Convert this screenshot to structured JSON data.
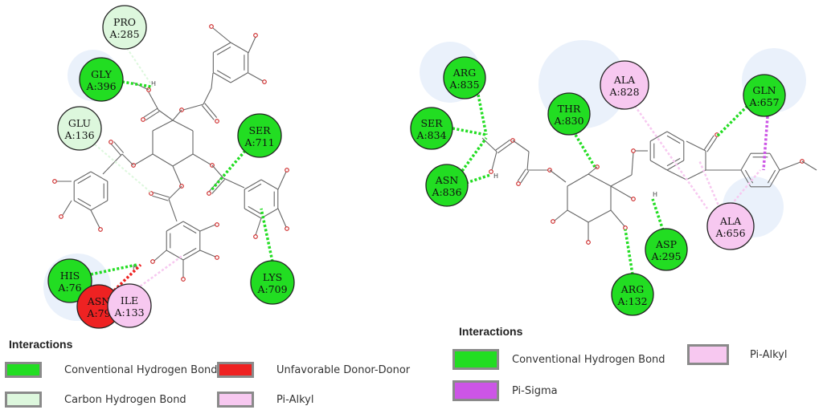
{
  "colors": {
    "conventional_h_bond": "#22dd22",
    "carbon_h_bond": "#ddf7dd",
    "unfavorable_donor_donor": "#ee2222",
    "pi_alkyl": "#f7c8f0",
    "pi_sigma": "#cc55e6",
    "bond_line": "#666666",
    "oxygen": "#cc2222",
    "halo": "#e6eefa"
  },
  "left_panel": {
    "residues": [
      {
        "id": "pro285",
        "name": "PRO",
        "num": "A:285",
        "type": "carbon_h_bond"
      },
      {
        "id": "gly396",
        "name": "GLY",
        "num": "A:396",
        "type": "conventional_h_bond"
      },
      {
        "id": "glu136",
        "name": "GLU",
        "num": "A:136",
        "type": "carbon_h_bond"
      },
      {
        "id": "ser711",
        "name": "SER",
        "num": "A:711",
        "type": "conventional_h_bond"
      },
      {
        "id": "his76",
        "name": "HIS",
        "num": "A:76",
        "type": "conventional_h_bond"
      },
      {
        "id": "asn79",
        "name": "ASN",
        "num": "A:79",
        "type": "unfavorable_donor_donor"
      },
      {
        "id": "ile133",
        "name": "ILE",
        "num": "A:133",
        "type": "pi_alkyl"
      },
      {
        "id": "lys709",
        "name": "LYS",
        "num": "A:709",
        "type": "conventional_h_bond"
      }
    ],
    "legend": {
      "title": "Interactions",
      "items": [
        {
          "label": "Conventional Hydrogen Bond",
          "type": "conventional_h_bond"
        },
        {
          "label": "Unfavorable Donor-Donor",
          "type": "unfavorable_donor_donor"
        },
        {
          "label": "Carbon Hydrogen Bond",
          "type": "carbon_h_bond"
        },
        {
          "label": "Pi-Alkyl",
          "type": "pi_alkyl"
        }
      ]
    }
  },
  "right_panel": {
    "residues": [
      {
        "id": "arg835",
        "name": "ARG",
        "num": "A:835",
        "type": "conventional_h_bond"
      },
      {
        "id": "ser834",
        "name": "SER",
        "num": "A:834",
        "type": "conventional_h_bond"
      },
      {
        "id": "asn836",
        "name": "ASN",
        "num": "A:836",
        "type": "conventional_h_bond"
      },
      {
        "id": "thr830",
        "name": "THR",
        "num": "A:830",
        "type": "conventional_h_bond"
      },
      {
        "id": "ala828",
        "name": "ALA",
        "num": "A:828",
        "type": "pi_alkyl"
      },
      {
        "id": "gln657",
        "name": "GLN",
        "num": "A:657",
        "type": "conventional_h_bond"
      },
      {
        "id": "ala656",
        "name": "ALA",
        "num": "A:656",
        "type": "pi_alkyl"
      },
      {
        "id": "asp295",
        "name": "ASP",
        "num": "A:295",
        "type": "conventional_h_bond"
      },
      {
        "id": "arg132",
        "name": "ARG",
        "num": "A:132",
        "type": "conventional_h_bond"
      }
    ],
    "legend": {
      "title": "Interactions",
      "items": [
        {
          "label": "Conventional Hydrogen Bond",
          "type": "conventional_h_bond"
        },
        {
          "label": "Pi-Alkyl",
          "type": "pi_alkyl"
        },
        {
          "label": "Pi-Sigma",
          "type": "pi_sigma"
        }
      ]
    }
  },
  "atom_labels": {
    "hydrogen": "H"
  }
}
